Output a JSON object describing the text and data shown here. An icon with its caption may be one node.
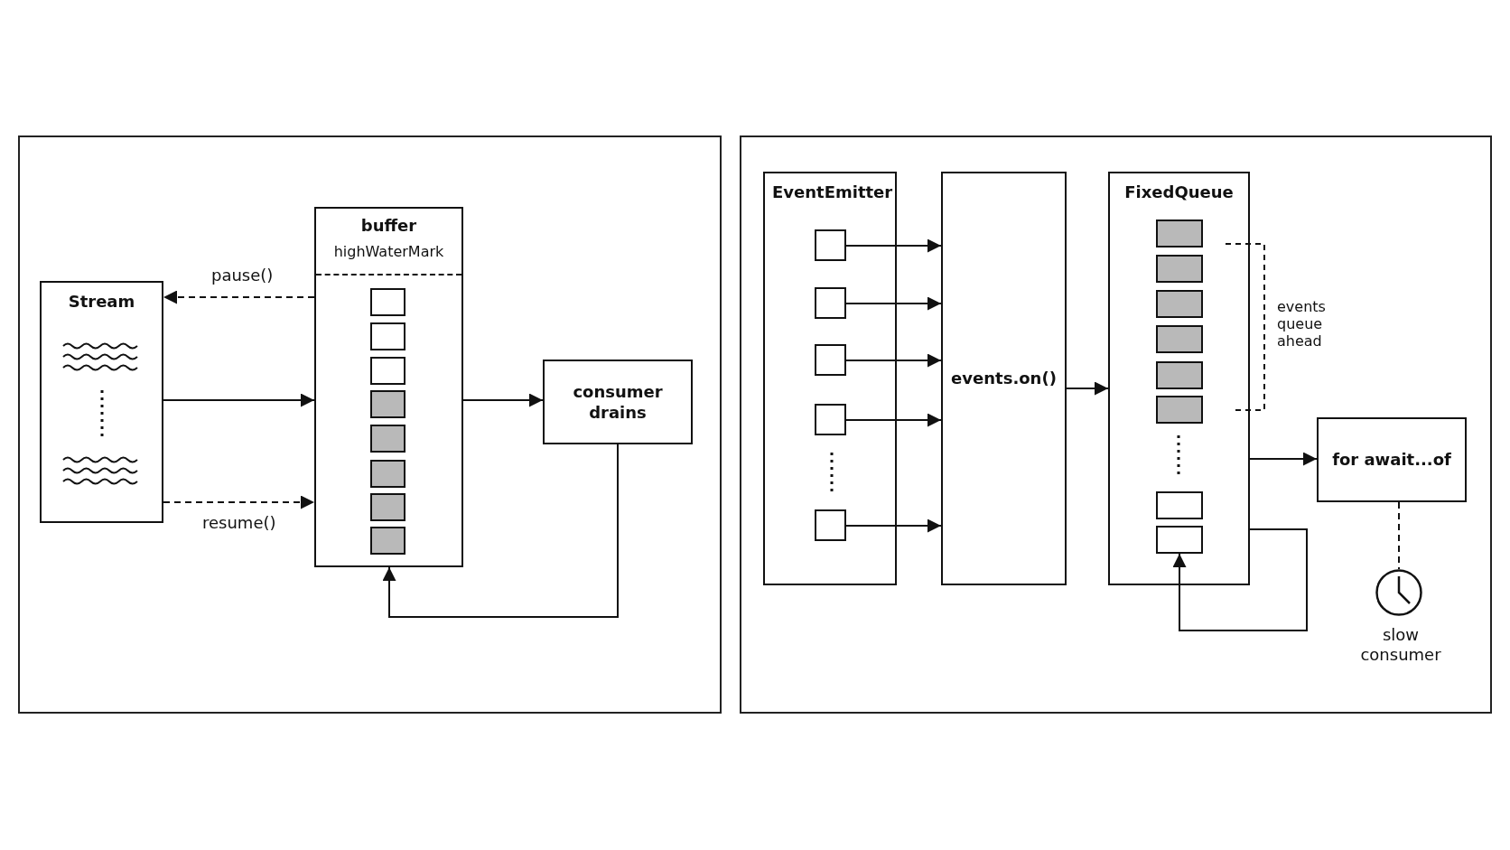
{
  "diagram": {
    "nodes": [
      {
        "text": [
          "Stream"
        ]
      },
      {
        "text": [
          "buffer",
          "highWaterMark"
        ]
      },
      {
        "text": [],
        "shape": "box",
        "in": 1
      },
      {
        "text": [],
        "shape": "box",
        "in": 1
      },
      {
        "text": [],
        "shape": "box",
        "in": 1
      },
      {
        "text": [],
        "shape": "box",
        "in": 1
      },
      {
        "text": [],
        "shape": "box",
        "in": 1
      },
      {
        "text": [],
        "shape": "box",
        "in": 1
      },
      {
        "text": [],
        "shape": "box",
        "in": 1
      },
      {
        "text": [],
        "shape": "box",
        "in": 1
      },
      {
        "text": [
          "consumer drains"
        ]
      },
      {
        "text": [
          "EventEmitter"
        ]
      },
      {
        "text": [],
        "shape": "box",
        "in": 11
      },
      {
        "text": [],
        "shape": "box",
        "in": 11
      },
      {
        "text": [],
        "shape": "box",
        "in": 11
      },
      {
        "text": [],
        "shape": "box",
        "in": 11
      },
      {
        "text": [],
        "shape": "box",
        "in": 11
      },
      {
        "text": [
          "events.on()"
        ]
      },
      {
        "text": [
          "FixedQueue"
        ]
      },
      {
        "text": [],
        "shape": "box",
        "in": 18
      },
      {
        "text": [],
        "shape": "box",
        "in": 18
      },
      {
        "text": [],
        "shape": "box",
        "in": 18
      },
      {
        "text": [],
        "shape": "box",
        "in": 18
      },
      {
        "text": [],
        "shape": "box",
        "in": 18
      },
      {
        "text": [],
        "shape": "box",
        "in": 18
      },
      {
        "text": [],
        "shape": "box",
        "in": 18
      },
      {
        "text": [],
        "shape": "box",
        "in": 18
      },
      {
        "text": [
          "for await...of"
        ]
      },
      {
        "text": [],
        "shape": "clock",
        "beside": [
          "slow consumer"
        ]
      }
    ],
    "edges": [
      {
        "from": 1,
        "to": 0,
        "arrow": "to",
        "style": "dashed",
        "label": "pause()"
      },
      {
        "from": 0,
        "to": 1,
        "arrow": "to"
      },
      {
        "from": 0,
        "to": 1,
        "arrow": "to",
        "style": "dashed",
        "label": "resume()"
      },
      {
        "from": 1,
        "to": 10,
        "arrow": "to"
      },
      {
        "from": 10,
        "to": 1,
        "arrow": "to"
      },
      {
        "from": 12,
        "to": 17,
        "arrow": "to"
      },
      {
        "from": 13,
        "to": 17,
        "arrow": "to"
      },
      {
        "from": 14,
        "to": 17,
        "arrow": "to"
      },
      {
        "from": 15,
        "to": 17,
        "arrow": "to"
      },
      {
        "from": 16,
        "to": 17,
        "arrow": "to"
      },
      {
        "from": 17,
        "to": 18,
        "arrow": "to"
      },
      {
        "from": 18,
        "to": 27,
        "arrow": "to"
      },
      {
        "from": 18,
        "to": 26,
        "arrow": "to"
      },
      {
        "from": 27,
        "to": 28,
        "arrow": "none",
        "style": "dashed"
      }
    ],
    "labels": [
      "events queue ahead"
    ]
  }
}
